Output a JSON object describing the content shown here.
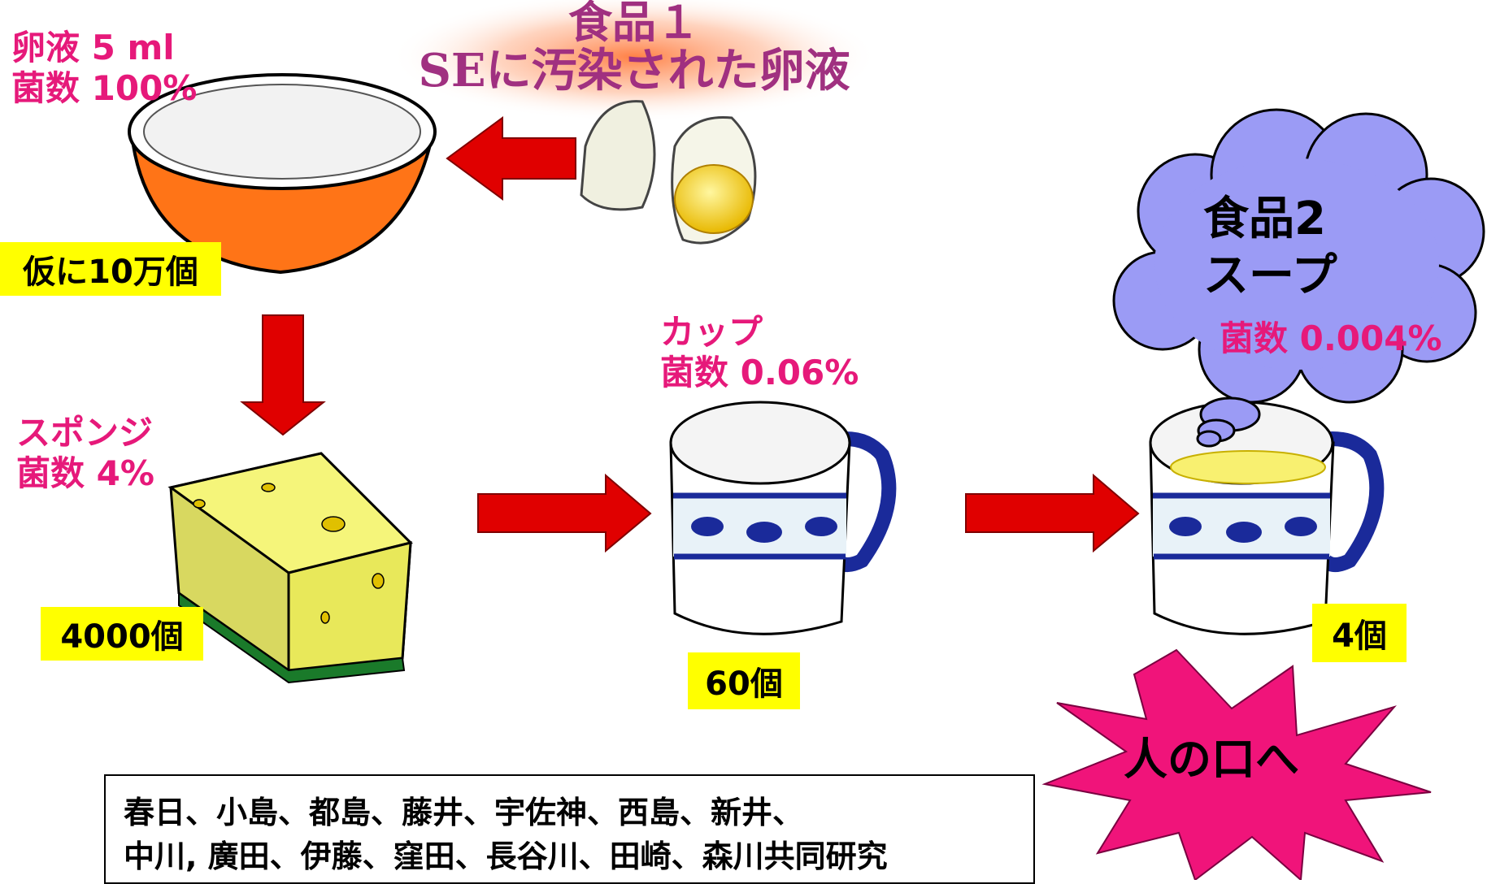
{
  "food1": {
    "line1": "食品１",
    "line2": "SEに汚染された卵液"
  },
  "bowl": {
    "line1": "卵液  5 ml",
    "line2": "菌数  100%",
    "count": "仮に10万個"
  },
  "sponge": {
    "line1": "スポンジ",
    "line2": "菌数  4%",
    "count": "4000個"
  },
  "cup": {
    "line1": "カップ",
    "line2": "菌数  0.06%",
    "count": "60個"
  },
  "food2": {
    "line1": "食品2",
    "line2": "スープ",
    "line3": "菌数  0.004%",
    "count": "4個"
  },
  "burst": {
    "text": "人の口へ"
  },
  "credits": {
    "line1": "春日、小島、都島、藤井、宇佐神、西島、新井、",
    "line2": "中川, 廣田、伊藤、窪田、長谷川、田崎、森川共同研究"
  },
  "colors": {
    "arrow": "#e00000",
    "highlight": "#ffff00",
    "label_pink": "#e6197a",
    "cloud": "#9b9bf5",
    "burst": "#f0147a",
    "title": "#a03080"
  }
}
